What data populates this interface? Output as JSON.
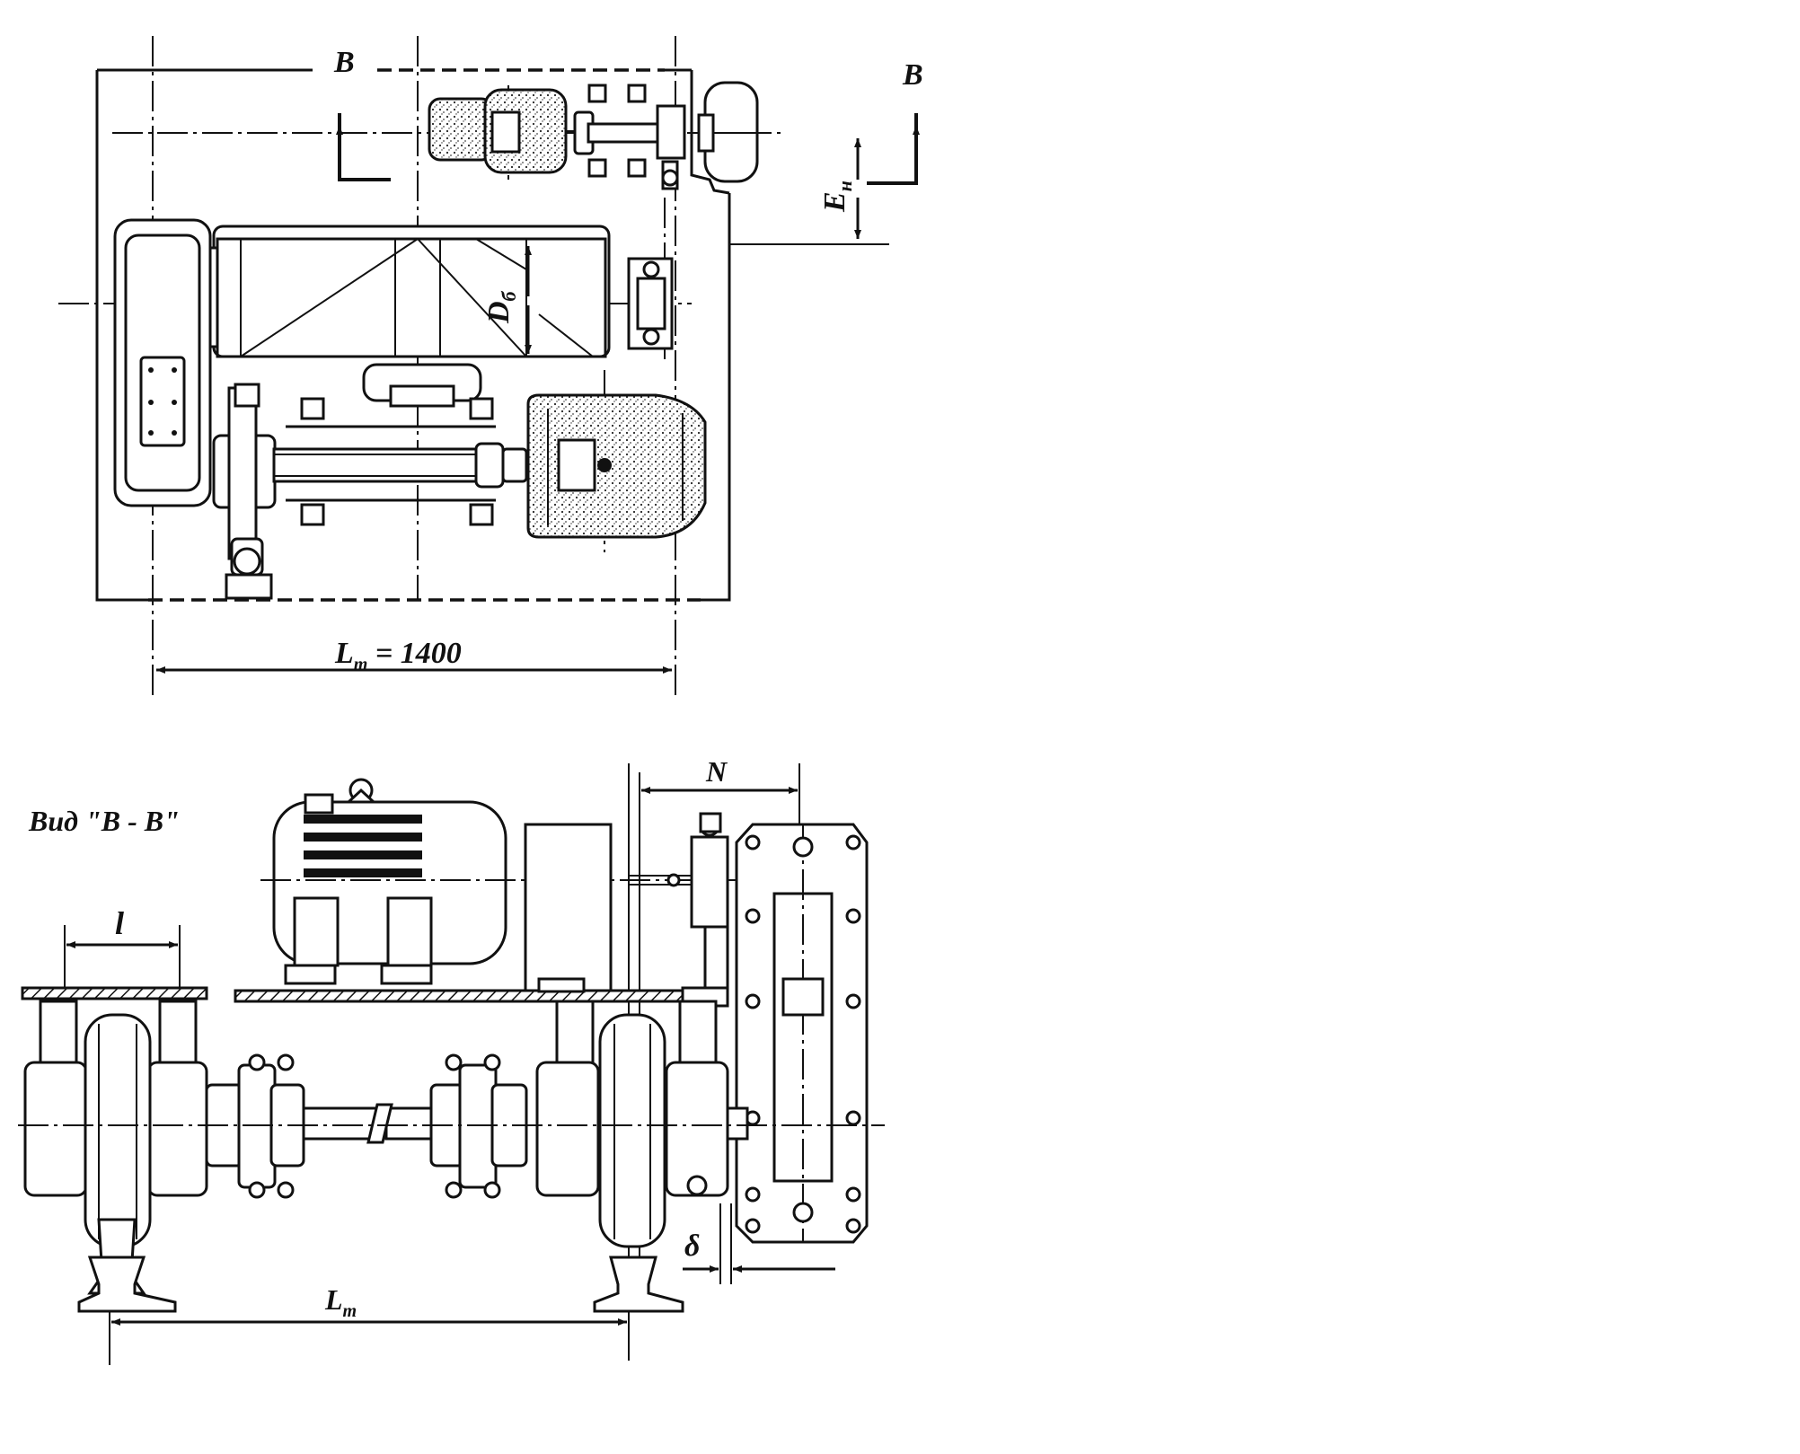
{
  "labels": {
    "section_mark_left": "B",
    "section_mark_right": "B",
    "dim_en": "E",
    "dim_en_sub": "н",
    "dim_db": "D",
    "dim_db_sub": "б",
    "dim_lt_top_main": "L",
    "dim_lt_top_sub": "т",
    "dim_lt_top_value": " = 1400",
    "view_title": "Вид \"В - В\"",
    "dim_l": "l",
    "dim_n": "N",
    "dim_delta": "δ",
    "dim_lt_bottom_main": "L",
    "dim_lt_bottom_sub": "т"
  }
}
